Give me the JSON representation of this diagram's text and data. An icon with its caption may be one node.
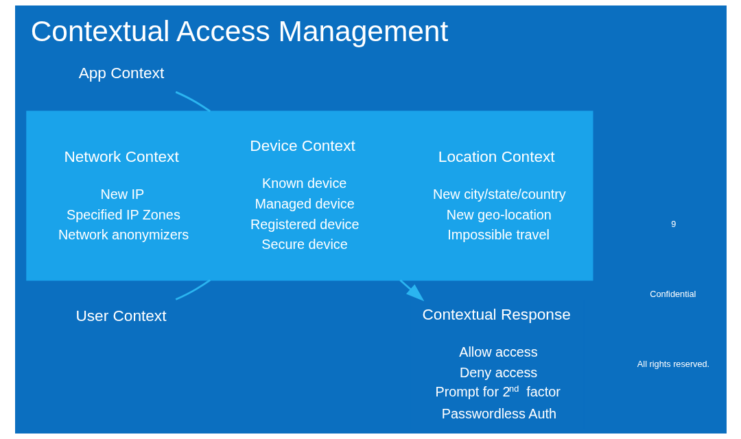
{
  "diagram": {
    "title": "Contextual Access Management",
    "nodes": [
      {
        "text": [
          "App Context"
        ]
      },
      {
        "text": [
          "User Context"
        ]
      },
      {
        "text": [],
        "shape": "band"
      },
      {
        "text": [
          "Network Context",
          "New IP",
          "Specified IP Zones",
          "Network anonymizers"
        ],
        "in": 2
      },
      {
        "text": [
          "Device Context",
          "Known device",
          "Managed device",
          "Registered device",
          "Secure device"
        ],
        "in": 2
      },
      {
        "text": [
          "Location Context",
          "New city/state/country",
          "New geo-location",
          "Impossible travel"
        ],
        "in": 2
      },
      {
        "text": [
          "Contextual Response",
          "Allow access",
          "Deny access",
          "Prompt for 2$^{nd}$ factor",
          "Passwordless Auth"
        ]
      }
    ],
    "edges": [
      {
        "from": 0,
        "to": 2,
        "arrow": "none"
      },
      {
        "from": 1,
        "to": 2,
        "arrow": "none"
      },
      {
        "from": 2,
        "to": 6,
        "arrow": "to"
      }
    ],
    "labels": [
      "All rights reserved.",
      "Confidential",
      "9"
    ]
  }
}
